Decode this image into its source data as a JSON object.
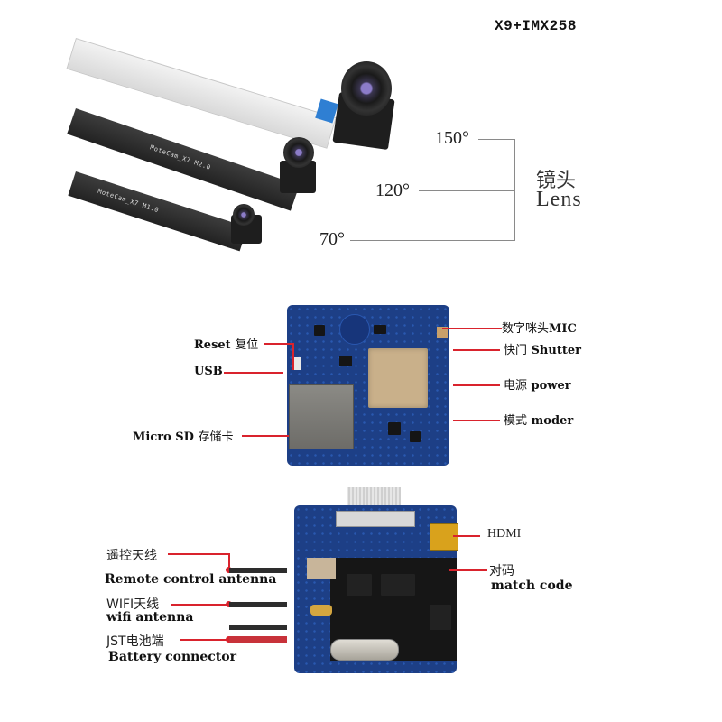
{
  "title": "X9+IMX258",
  "lens_section": {
    "angles": [
      "150°",
      "120°",
      "70°"
    ],
    "label_cn": "镜头",
    "label_en": "Lens",
    "cable_labels": [
      "MoteCam_X7 M2.0",
      "MoteCam_X7 M1.0"
    ]
  },
  "main_board": {
    "left_callouts": [
      {
        "text": "Reset",
        "cn": "复位"
      },
      {
        "text": "USB",
        "cn": ""
      },
      {
        "text": "Micro SD",
        "cn": "存储卡"
      }
    ],
    "right_callouts": [
      {
        "cn": "数字咪头",
        "text": "MIC"
      },
      {
        "cn": "快门",
        "text": "Shutter"
      },
      {
        "cn": "电源",
        "text": "power"
      },
      {
        "cn": "模式",
        "text": "moder"
      }
    ]
  },
  "expansion_board": {
    "left_callouts": [
      {
        "cn": "遥控天线",
        "en": "Remote control antenna"
      },
      {
        "cn": "WIFI天线",
        "en": "wifi antenna"
      },
      {
        "cn": "JST电池端",
        "en": "Battery connector"
      }
    ],
    "right_callouts": [
      {
        "cn": "",
        "en": "HDMI"
      },
      {
        "cn": "对码",
        "en": "match code"
      }
    ]
  },
  "colors": {
    "callout_red": "#d9232d",
    "pcb_blue": "#1d3f86",
    "chip_gold": "#c9b08a"
  }
}
